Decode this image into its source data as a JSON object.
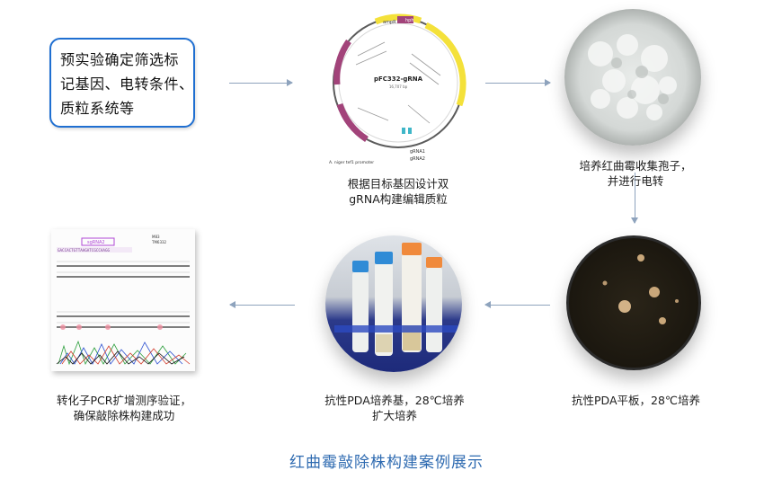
{
  "intro": {
    "lines": [
      "预实验确定筛选标",
      "记基因、电转条件、",
      "质粒系统等"
    ]
  },
  "plasmid": {
    "name": "pFC332-gRNA",
    "size": "16,707 bp",
    "labels": {
      "hph": "hph",
      "amp": "ampR",
      "promoter": "A. niger tef1 promoter",
      "grna1": "gRNA1",
      "grna2": "gRNA2"
    }
  },
  "captions": {
    "plasmid": [
      "根据目标基因设计双",
      "gRNA构建编辑质粒"
    ],
    "spores": [
      "培养红曲霉收集孢子，",
      "并进行电转"
    ],
    "plate": "抗性PDA平板，28℃培养",
    "tubes": [
      "抗性PDA培养基，28℃培养",
      "扩大培养"
    ],
    "sequencing": [
      "转化子PCR扩增测序验证，",
      "确保敲除株构建成功"
    ]
  },
  "seq": {
    "sgrna_label": "sgRNA2",
    "top_labels": [
      "M83",
      "TM6332"
    ],
    "highlight": "GACCACTGTTAAGATCGCCAAGG"
  },
  "title": "红曲霉敲除株构建案例展示",
  "colors": {
    "accent": "#1f6fd1",
    "arrow": "#8ea3bd",
    "title": "#2f6bb1"
  }
}
